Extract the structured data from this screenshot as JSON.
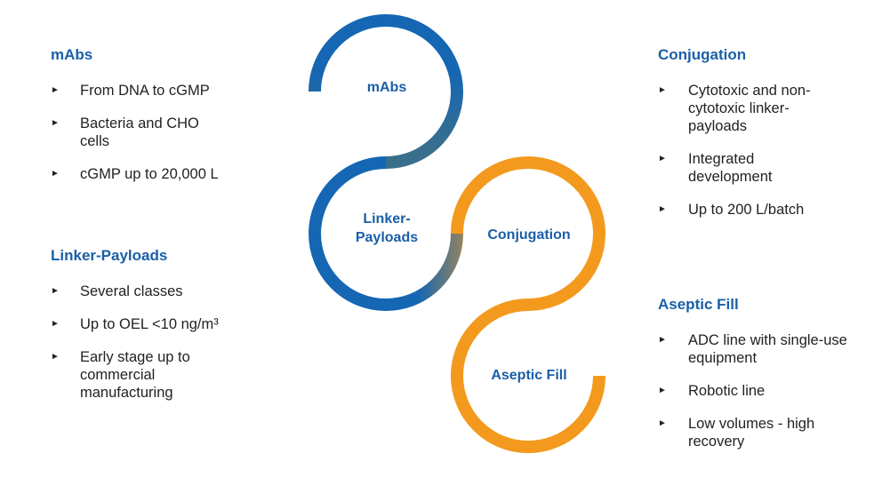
{
  "colors": {
    "blue": "#1566b3",
    "orange": "#f39a1e",
    "heading": "#1a5fa8",
    "text": "#222222"
  },
  "diagram": {
    "nodes": [
      {
        "id": "mabs",
        "label": "mAbs"
      },
      {
        "id": "linker",
        "label_lines": [
          "Linker-",
          "Payloads"
        ]
      },
      {
        "id": "conjugation",
        "label": "Conjugation"
      },
      {
        "id": "aseptic",
        "label": "Aseptic Fill"
      }
    ]
  },
  "panels": {
    "mabs": {
      "title": "mAbs",
      "items": [
        "From DNA to cGMP",
        "Bacteria and CHO cells",
        "cGMP up to 20,000 L"
      ]
    },
    "linker": {
      "title": "Linker-Payloads",
      "items": [
        "Several classes",
        "Up to OEL <10 ng/m³",
        "Early stage up to commercial manufacturing"
      ]
    },
    "conjugation": {
      "title": "Conjugation",
      "items": [
        "Cytotoxic and non-cytotoxic linker-payloads",
        "Integrated development",
        "Up to 200 L/batch"
      ]
    },
    "aseptic": {
      "title": "Aseptic Fill",
      "items": [
        "ADC line with single-use equipment",
        "Robotic line",
        "Low volumes - high recovery"
      ]
    }
  }
}
